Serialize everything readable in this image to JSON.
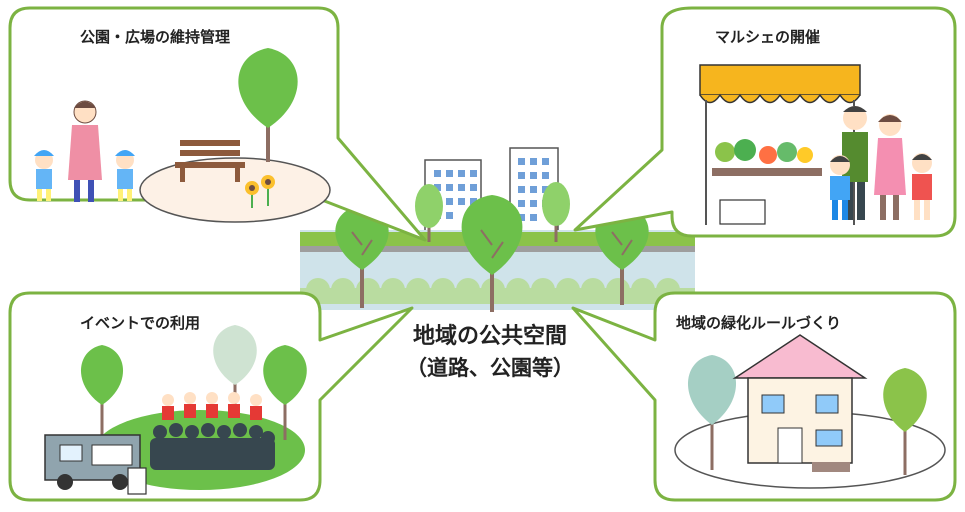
{
  "center": {
    "line1": "地域の公共空間",
    "line2": "（道路、公園等）"
  },
  "panels": {
    "park_maintenance": "公園・広場の維持管理",
    "marche": "マルシェの開催",
    "event_use": "イベントでの利用",
    "greening_rules": "地域の緑化ルールづくり"
  },
  "colors": {
    "frame_green": "#7cb342",
    "grass": "#8bc34a",
    "water": "#cfe3ea",
    "tree_leaf": "#6cc04a",
    "tree_trunk": "#8d6e63",
    "awning": "#f6b51e"
  }
}
